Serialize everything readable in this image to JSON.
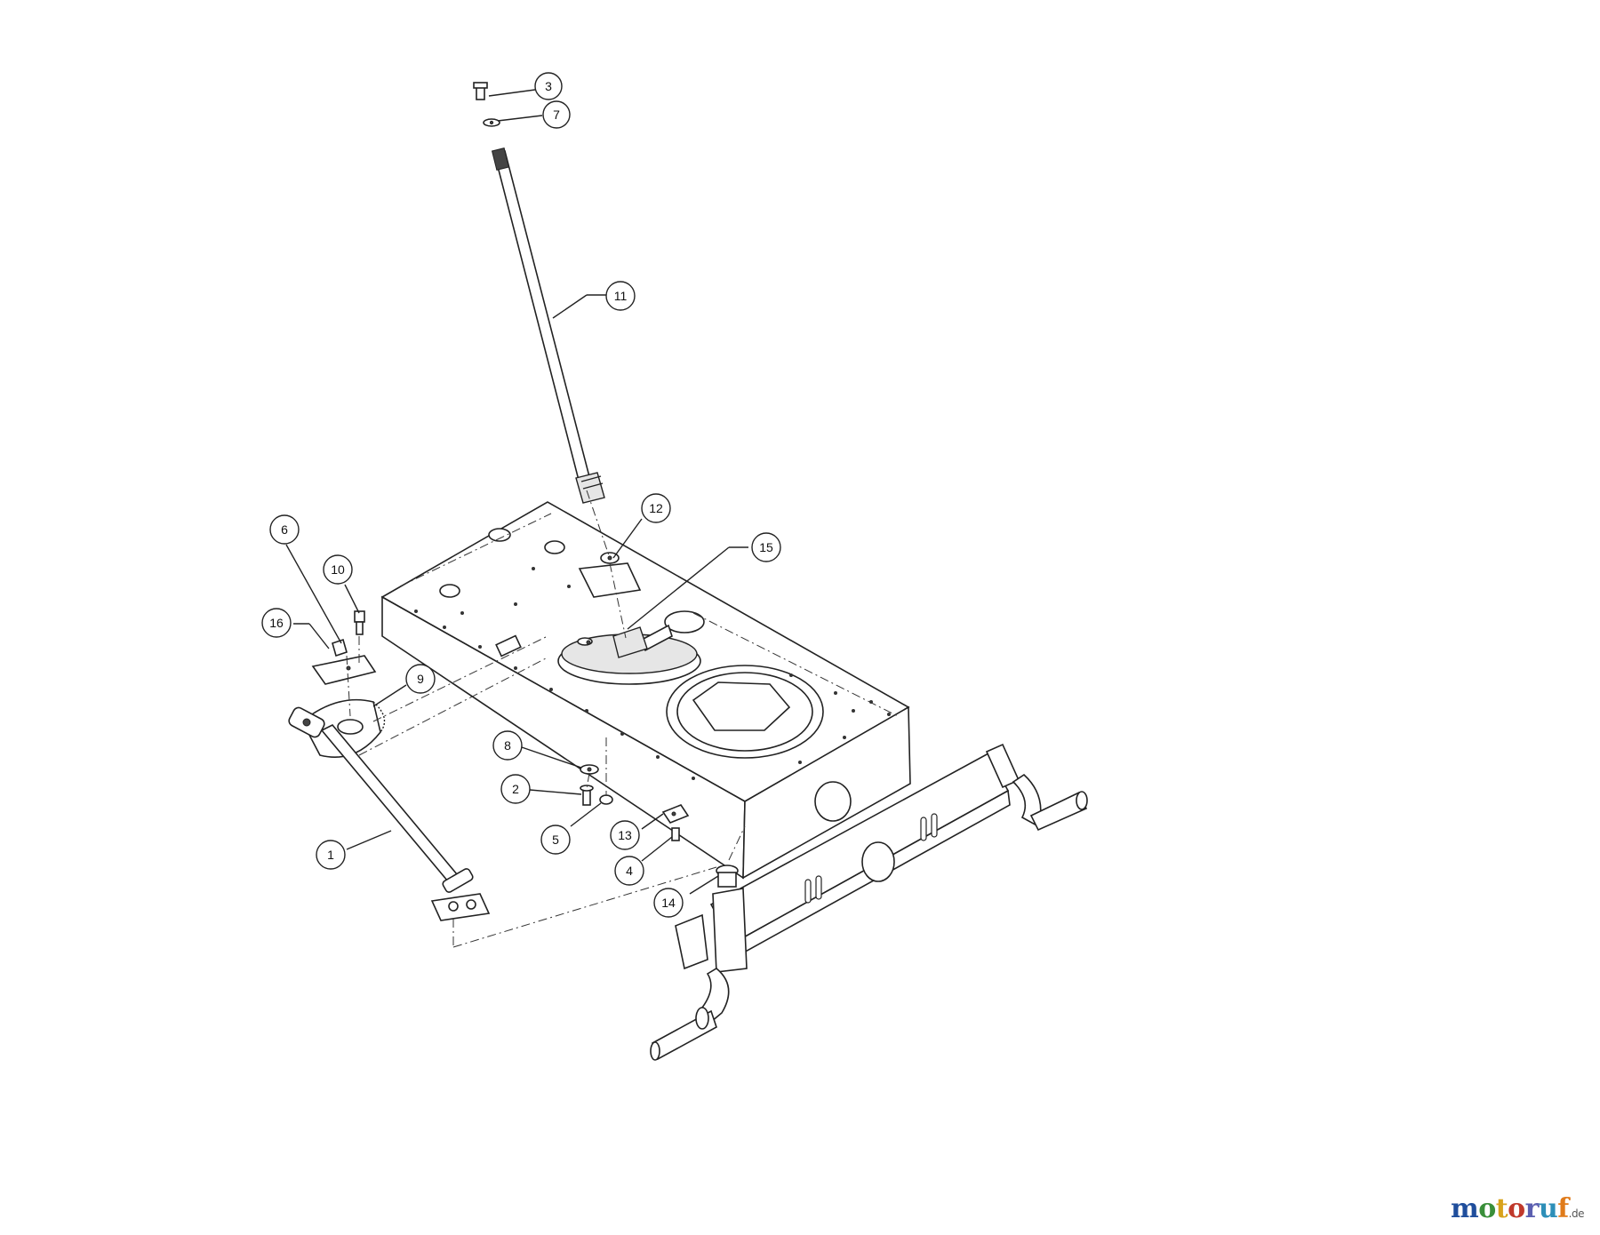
{
  "callouts": [
    {
      "id": "callout-1",
      "label": "1"
    },
    {
      "id": "callout-2",
      "label": "2"
    },
    {
      "id": "callout-3",
      "label": "3"
    },
    {
      "id": "callout-4",
      "label": "4"
    },
    {
      "id": "callout-5",
      "label": "5"
    },
    {
      "id": "callout-6",
      "label": "6"
    },
    {
      "id": "callout-7",
      "label": "7"
    },
    {
      "id": "callout-8",
      "label": "8"
    },
    {
      "id": "callout-9",
      "label": "9"
    },
    {
      "id": "callout-10",
      "label": "10"
    },
    {
      "id": "callout-11",
      "label": "11"
    },
    {
      "id": "callout-12",
      "label": "12"
    },
    {
      "id": "callout-13",
      "label": "13"
    },
    {
      "id": "callout-14",
      "label": "14"
    },
    {
      "id": "callout-15",
      "label": "15"
    },
    {
      "id": "callout-16",
      "label": "16"
    }
  ],
  "watermark": {
    "letters": [
      "m",
      "o",
      "t",
      "o",
      "r",
      "u",
      "f"
    ],
    "colors": [
      "#1f4e9c",
      "#3a8f3a",
      "#d8a21b",
      "#c0392b",
      "#5b5fb0",
      "#2e8fb8",
      "#e07b1a"
    ],
    "suffix": ".de"
  }
}
